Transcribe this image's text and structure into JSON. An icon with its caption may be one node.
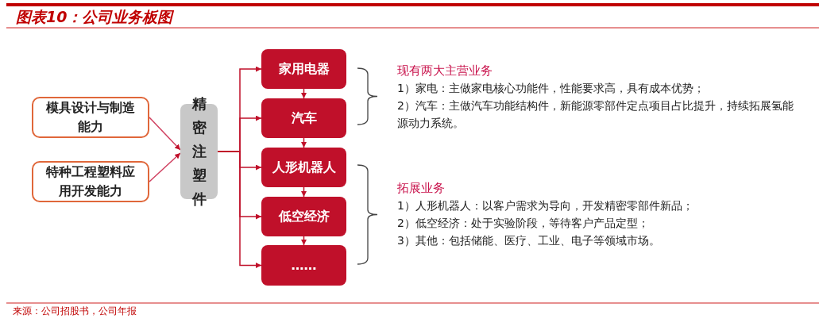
{
  "diagram": {
    "title": "图表10：公司业务板图",
    "caption": "来源：公司招股书，公司年报",
    "nodes": [
      {
        "text": [
          "模具设计与制造能力"
        ]
      },
      {
        "text": [
          "特种工程塑料应用开发能力"
        ]
      },
      {
        "text": [
          "精密注塑件"
        ]
      },
      {
        "text": [
          "家用电器"
        ]
      },
      {
        "text": [
          "汽车"
        ]
      },
      {
        "text": [
          "人形机器人"
        ]
      },
      {
        "text": [
          "低空经济"
        ]
      },
      {
        "text": [
          "……"
        ]
      }
    ],
    "edges": [
      {
        "from": 0,
        "to": 2,
        "arrow": "to"
      },
      {
        "from": 1,
        "to": 2,
        "arrow": "to"
      },
      {
        "from": 2,
        "to": 3,
        "arrow": "to"
      },
      {
        "from": 2,
        "to": 4,
        "arrow": "to"
      },
      {
        "from": 2,
        "to": 5,
        "arrow": "to"
      },
      {
        "from": 2,
        "to": 6,
        "arrow": "to"
      },
      {
        "from": 2,
        "to": 7,
        "arrow": "to"
      },
      {
        "from": 3,
        "to": 4,
        "arrow": "to"
      },
      {
        "from": 4,
        "to": 5,
        "arrow": "to"
      },
      {
        "from": 5,
        "to": 6,
        "arrow": "to"
      },
      {
        "from": 6,
        "to": 7,
        "arrow": "to"
      }
    ],
    "labels": [
      "现有两大主营业务",
      "1）家电：主做家电核心功能件，性能要求高，具有成本优势；",
      "2）汽车：主做汽车功能结构件，新能源零部件定点项目占比提升，持续拓展氢能源动力系统。",
      "拓展业务",
      "1）人形机器人：以客户需求为导向，开发精密零部件新品；",
      "2）低空经济：处于实验阶段，等待客户产品定型；",
      "3）其他：包括储能、医疗、工业、电子等领域市场。"
    ]
  }
}
